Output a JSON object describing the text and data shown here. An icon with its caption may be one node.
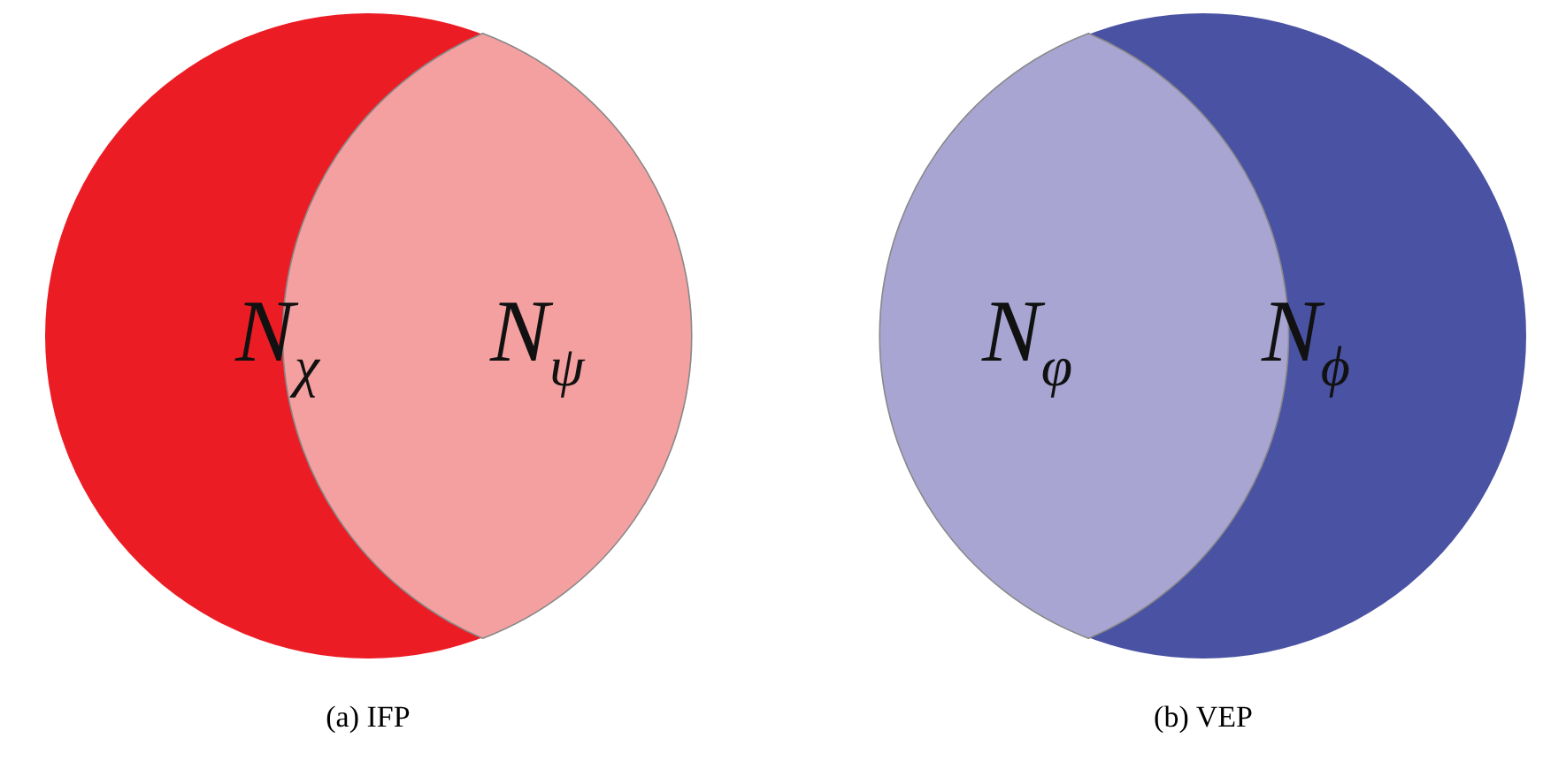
{
  "diagram": {
    "nodes": [
      {
        "text": [
          "N$_{χ}$"
        ]
      },
      {
        "text": [
          "N$_{ψ}$"
        ],
        "in": 0
      },
      {
        "text": [
          "N$_{ϕ}$"
        ]
      },
      {
        "text": [
          "N$_{φ}$"
        ],
        "in": 2
      }
    ],
    "labels": [
      "(a) IFP",
      "(b) VEP"
    ]
  }
}
